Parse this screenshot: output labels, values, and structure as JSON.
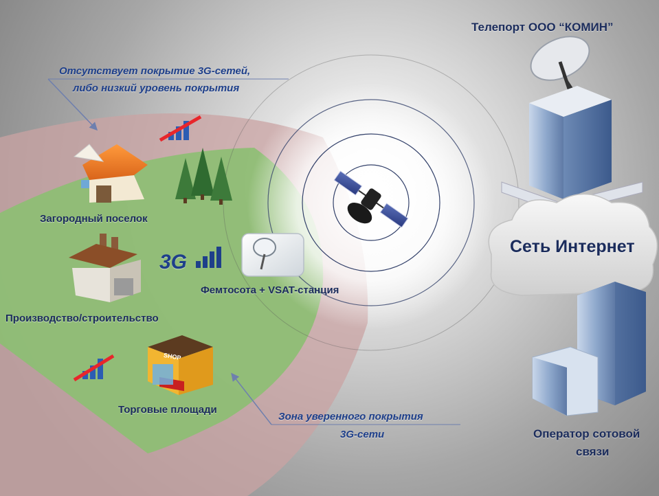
{
  "colors": {
    "background": "#8f8f8f",
    "weak_zone": "#c9a3a3",
    "strong_zone": "#8cbf72",
    "ring_stroke": "#33416a",
    "label_dark": "#1b2c5c",
    "label_blue": "#1e3f8a",
    "no_signal_cross": "#e8262b"
  },
  "labels": {
    "teleport": "Телепорт ООО “КОМИН”",
    "no_coverage_line1": "Отсутствует покрытие 3G-сетей,",
    "no_coverage_line2": "либо низкий уровень покрытия",
    "village": "Загородный поселок",
    "production": "Производство/строительство",
    "femtocell": "Фемтосота + VSAT-станция",
    "shops": "Торговые площади",
    "strong_zone_line1": "Зона уверенного покрытия",
    "strong_zone_line2": "3G-сети",
    "internet": "Сеть Интернет",
    "operator_line1": "Оператор сотовой",
    "operator_line2": "связи",
    "badge_3g": "3G",
    "shop_sign": "SHOP"
  },
  "icons": [
    "house-icon",
    "trees-icon",
    "factory-icon",
    "shop-icon",
    "vsat-terminal-icon",
    "satellite-icon",
    "satellite-dish-icon",
    "data-center-icon",
    "office-building-icon",
    "cloud-icon",
    "no-signal-icon",
    "signal-bars-icon"
  ]
}
